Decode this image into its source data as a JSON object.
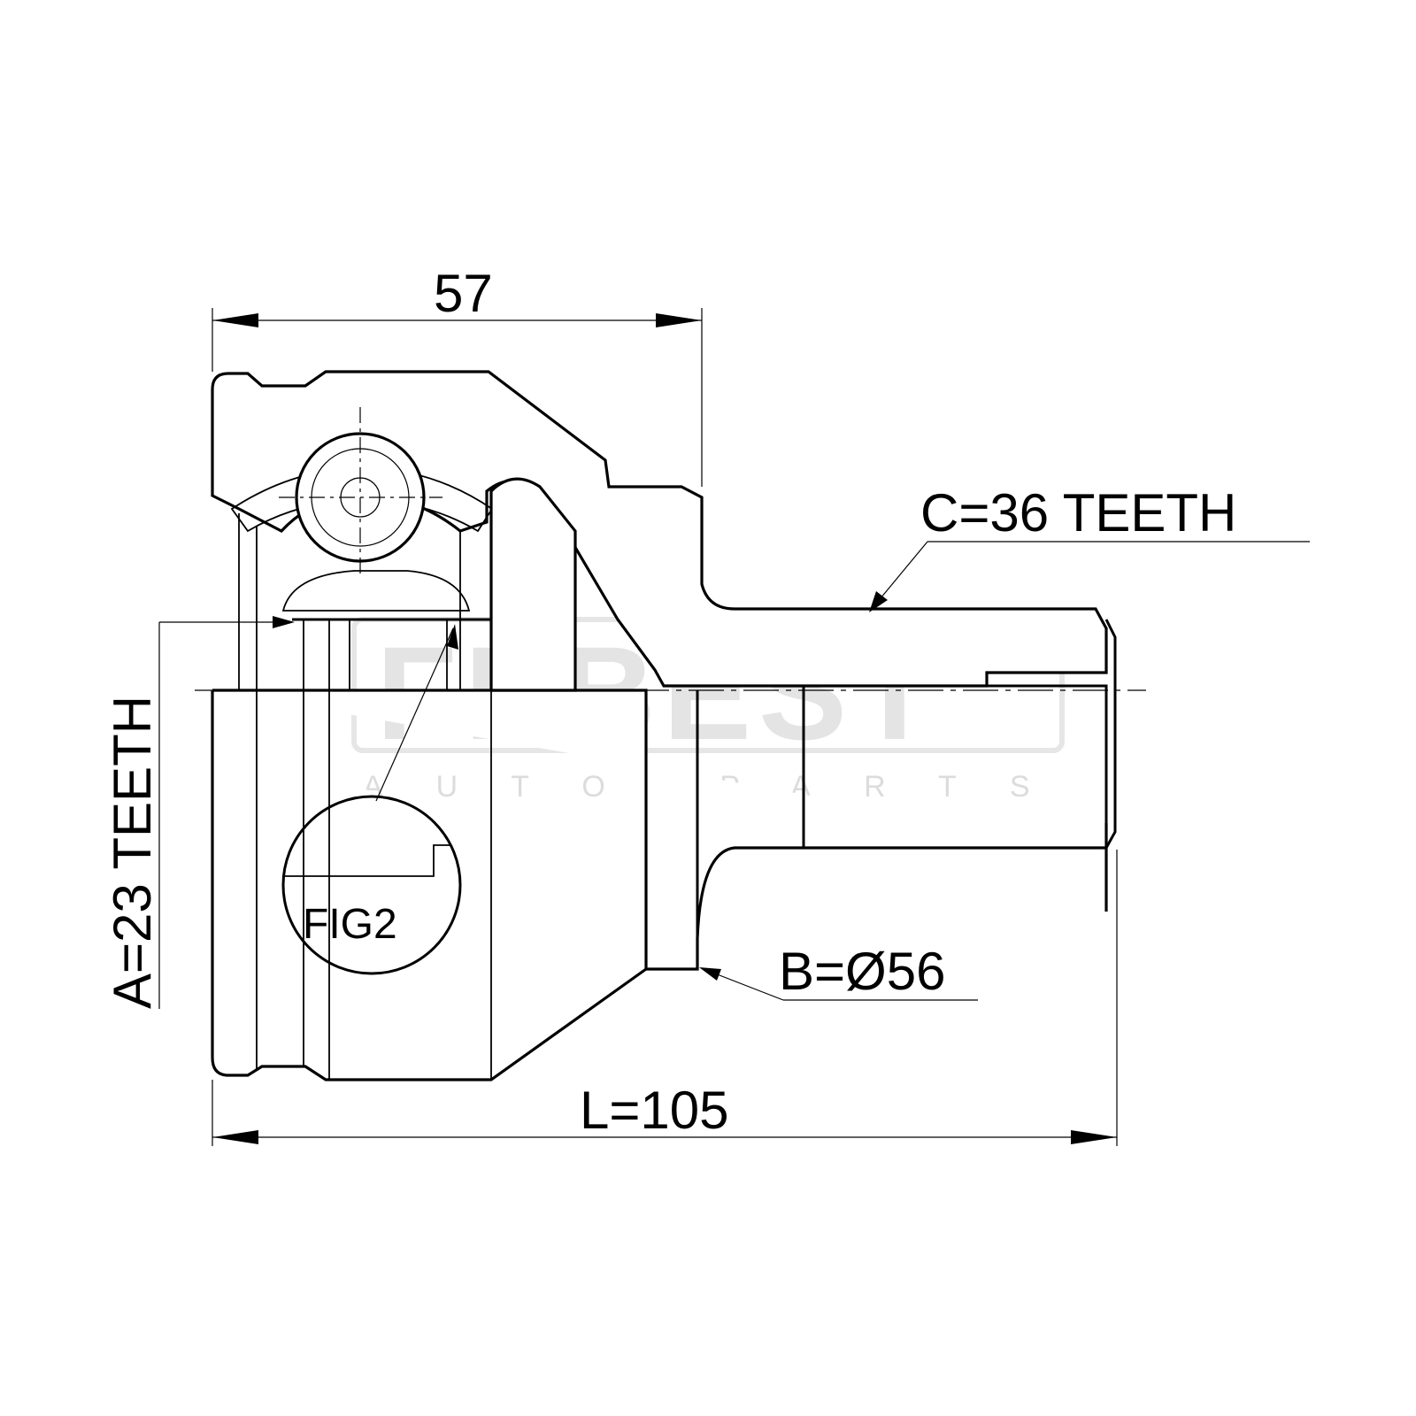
{
  "watermark": {
    "brand": "FEBEST",
    "tagline": "AUTO PARTS"
  },
  "dimensions": {
    "width_top": "57",
    "outer_teeth": "C=36 TEETH",
    "inner_teeth": "A=23 TEETH",
    "diameter": "B=Ø56",
    "length": "L=105"
  },
  "detail": {
    "label": "FIG2"
  },
  "colors": {
    "line": "#000000",
    "background": "#ffffff",
    "watermark": "#e4e4e4"
  }
}
